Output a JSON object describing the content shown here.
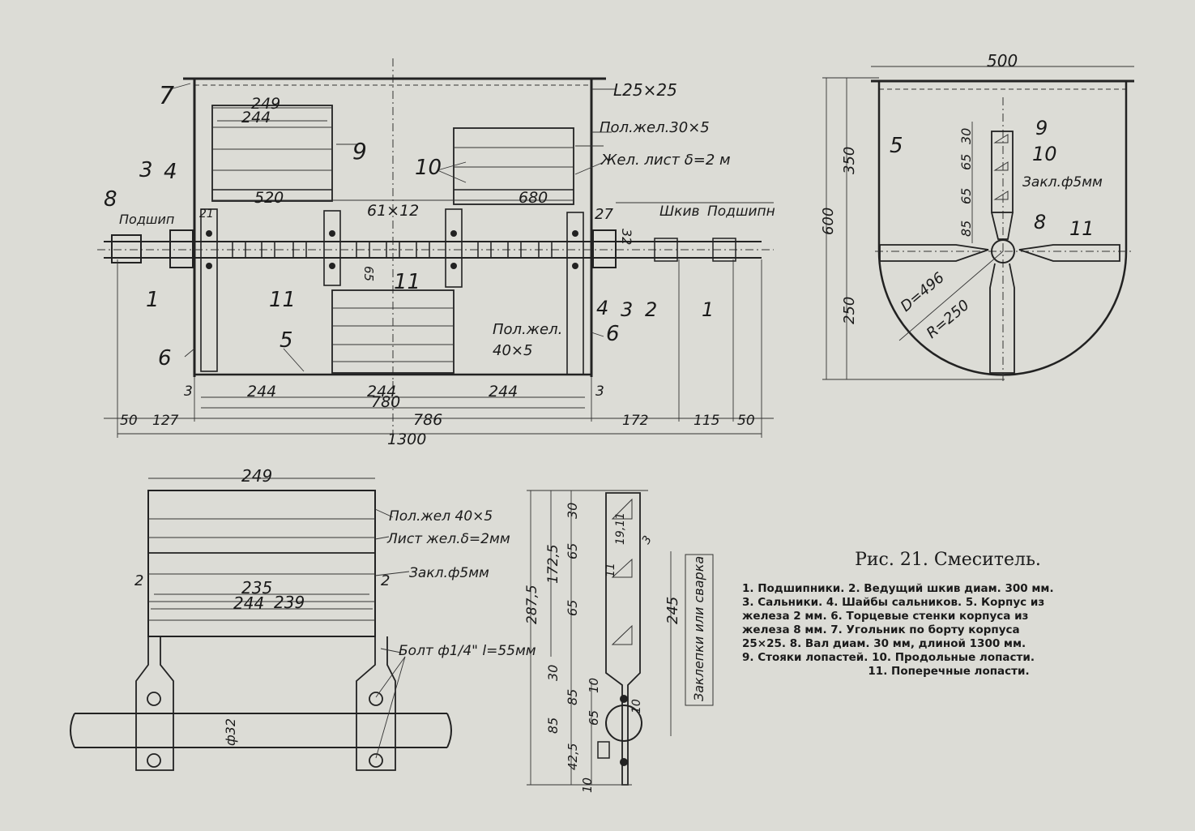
{
  "caption": {
    "title": "Рис. 21. Смеситель.",
    "lines": [
      "1. Подшипники. 2. Ведущий шкив диам. 300 мм.",
      "3. Сальники. 4. Шайбы сальников. 5. Корпус из",
      "железа 2 мм. 6. Торцевые стенки корпуса из",
      "железа 8 мм. 7. Угольник по борту корпуса",
      "25×25. 8. Вал диам. 30 мм, длиной 1300 мм.",
      "9. Стояки лопастей. 10. Продольные лопасти.",
      "11. Поперечные лопасти."
    ]
  },
  "main_view": {
    "callouts": {
      "n1": "1",
      "n1b": "1",
      "n2": "2",
      "n3": "3",
      "n3b": "3",
      "n4": "4",
      "n4b": "4",
      "n5": "5",
      "n6": "6",
      "n6b": "6",
      "n7": "7",
      "n8": "8",
      "n9": "9",
      "n10": "10",
      "n11": "11",
      "n11b": "11"
    },
    "notes": {
      "angle": "L25×25",
      "strip_30x5": "Пол.жел.30×5",
      "sheet": "Жел. лист δ=2 м",
      "bearing_left": "Подшип",
      "pulley": "Шкив",
      "bearing_right": "Подшипн",
      "strip_40x5_a": "Пол.жел.",
      "strip_40x5_b": "40×5"
    },
    "dims": {
      "d249": "249",
      "d244": "244",
      "d520": "520",
      "d61x12": "61×12",
      "d680": "680",
      "d21": "21",
      "d27": "27",
      "d32": "32",
      "d65": "65",
      "b244a": "244",
      "b244b": "244",
      "b244c": "244",
      "b3a": "3",
      "b3b": "3",
      "d780": "780",
      "d50a": "50",
      "d127": "127",
      "d786": "786",
      "d172": "172",
      "d115": "115",
      "d50b": "50",
      "d1300": "1300"
    }
  },
  "side_view": {
    "callouts": {
      "n5": "5",
      "n8": "8",
      "n9": "9",
      "n10": "10",
      "n11": "11"
    },
    "notes": {
      "rivet": "Закл.ф5мм"
    },
    "dims": {
      "d500": "500",
      "d350": "350",
      "d600": "600",
      "d250": "250",
      "d30": "30",
      "d65a": "65",
      "d65b": "65",
      "d85": "85",
      "d496": "D=496",
      "r250": "R=250"
    }
  },
  "paddle_view": {
    "notes": {
      "strip": "Пол.жел 40×5",
      "sheet": "Лист жел.δ=2мм",
      "rivet": "Закл.ф5мм",
      "bolt": "Болт ф1/4\" l=55мм"
    },
    "dims": {
      "d249": "249",
      "d235": "235",
      "d239": "239",
      "d244": "244",
      "d2a": "2",
      "d2b": "2",
      "d32": "ф32"
    }
  },
  "stand_view": {
    "notes": {
      "joint": "Заклепки или сварка"
    },
    "dims": {
      "d287": "287,5",
      "d172": "172,5",
      "d30a": "30",
      "d65a": "65",
      "d65b": "65",
      "d245": "245",
      "d30b": "30",
      "d85a": "85",
      "d85b": "85",
      "d10a": "10",
      "d65c": "65",
      "d425": "42,5",
      "d10b": "10",
      "d1911": "19,11",
      "d11": "11",
      "d3": "3",
      "d10c": "10"
    }
  }
}
